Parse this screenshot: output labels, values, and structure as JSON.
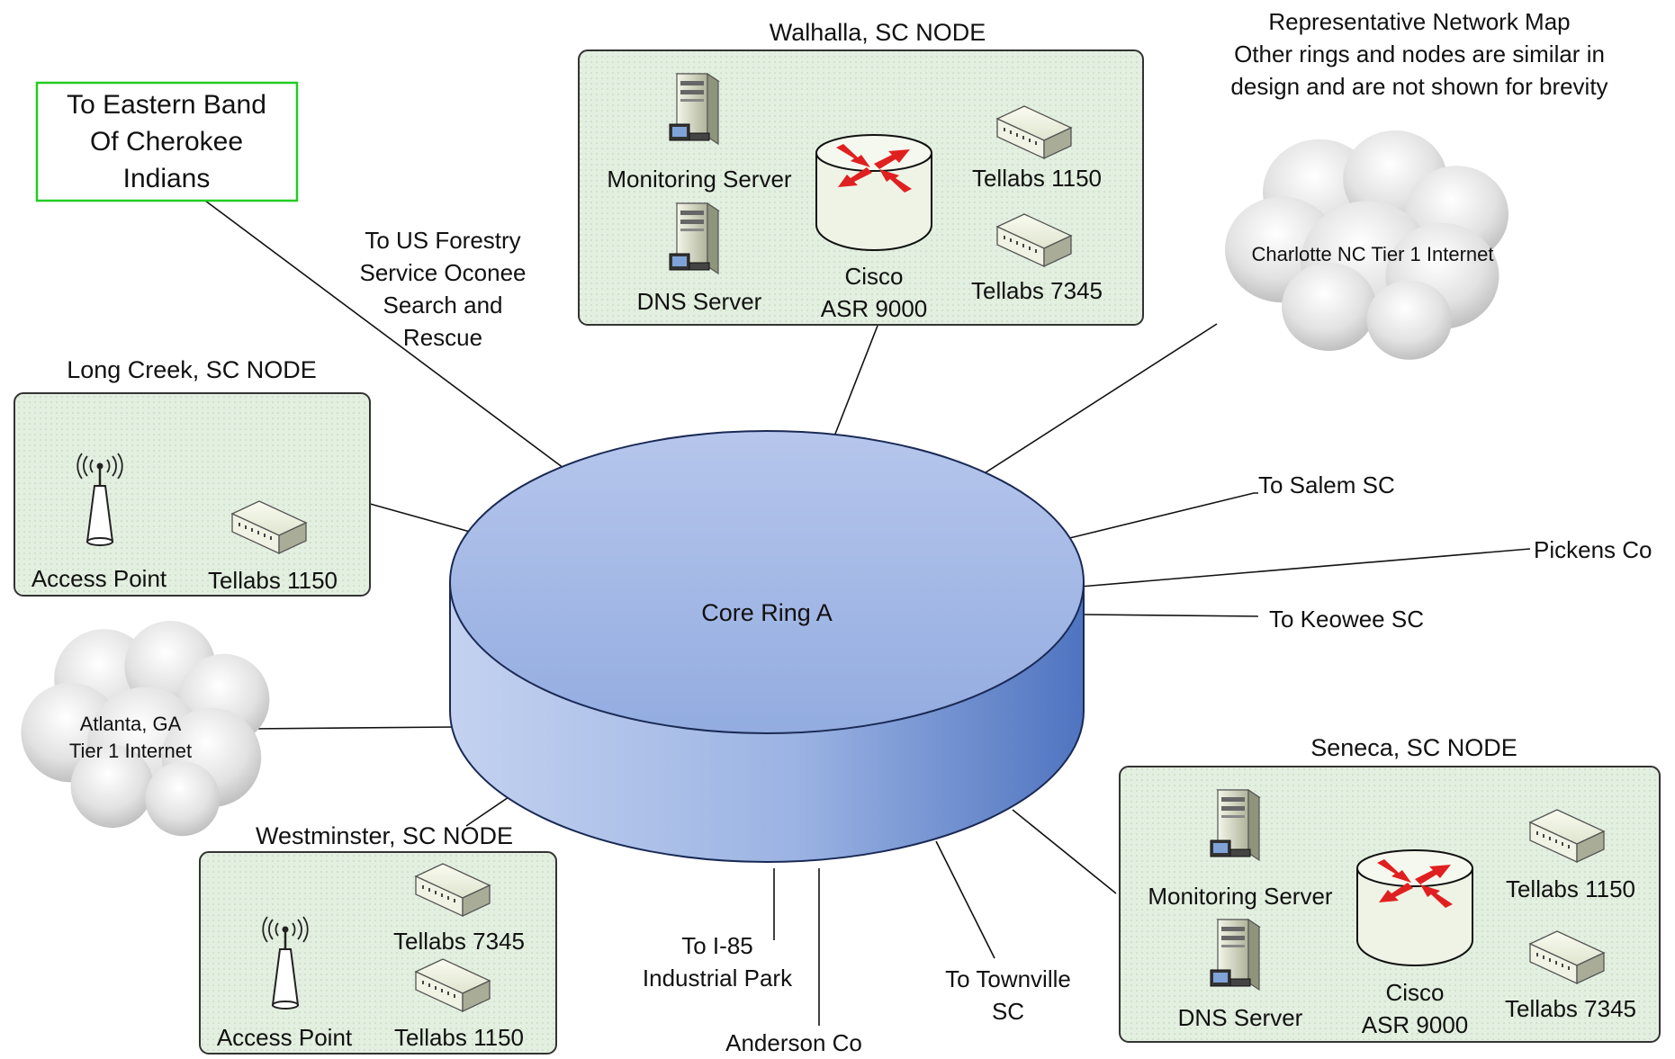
{
  "core": {
    "label": "Core Ring A"
  },
  "note": {
    "lines": [
      "Representative Network Map",
      "Other rings and nodes are similar in",
      "design and are not shown for brevity"
    ]
  },
  "eastern_band": {
    "lines": [
      "To Eastern Band",
      "Of Cherokee",
      "Indians"
    ],
    "border_color": "#22cc22"
  },
  "forestry": {
    "lines": [
      "To US Forestry",
      "Service Oconee",
      "Search and",
      "Rescue"
    ]
  },
  "clouds": {
    "charlotte": {
      "lines": [
        "Charlotte NC Tier 1 Internet"
      ]
    },
    "atlanta": {
      "lines": [
        "Atlanta, GA",
        "Tier 1 Internet"
      ]
    }
  },
  "nodes": {
    "walhalla": {
      "title": "Walhalla, SC NODE",
      "monitoring": "Monitoring Server",
      "dns": "DNS Server",
      "router": [
        "Cisco",
        "ASR 9000"
      ],
      "switch_a": "Tellabs 1150",
      "switch_b": "Tellabs 7345"
    },
    "long_creek": {
      "title": "Long Creek, SC NODE",
      "access_point": "Access Point",
      "switch_a": "Tellabs 1150"
    },
    "westminster": {
      "title": "Westminster, SC NODE",
      "access_point": "Access Point",
      "switch_a": "Tellabs 7345",
      "switch_b": "Tellabs 1150"
    },
    "seneca": {
      "title": "Seneca, SC NODE",
      "monitoring": "Monitoring Server",
      "dns": "DNS Server",
      "router": [
        "Cisco",
        "ASR 9000"
      ],
      "switch_a": "Tellabs 1150",
      "switch_b": "Tellabs 7345"
    }
  },
  "destinations": {
    "salem": "To Salem SC",
    "pickens": "Pickens Co",
    "keowee": "To Keowee SC",
    "i85": [
      "To I-85",
      "Industrial Park"
    ],
    "anderson": "Anderson Co",
    "townville": [
      "To Townville",
      "SC"
    ]
  },
  "colors": {
    "ring_top": "#a9bbe6",
    "ring_side": "#6f8fcf",
    "panel_bg": "#e3efe0",
    "router_arrows": "#e02020"
  }
}
